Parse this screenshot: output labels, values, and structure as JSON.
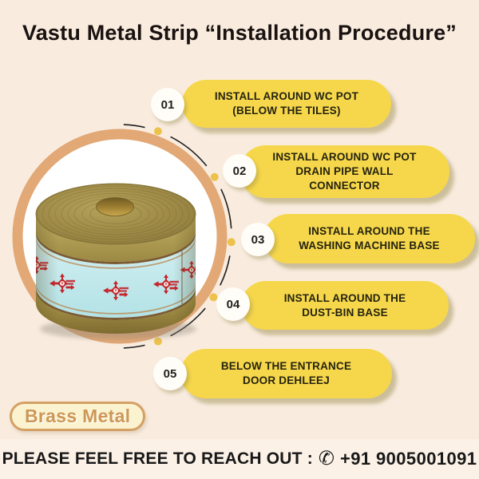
{
  "title": "Vastu Metal Strip “Installation Procedure”",
  "steps": [
    {
      "number": "01",
      "text": "INSTALL AROUND WC POT\n(BELOW THE TILES)"
    },
    {
      "number": "02",
      "text": "INSTALL AROUND WC POT\nDRAIN PIPE WALL\nCONNECTOR"
    },
    {
      "number": "03",
      "text": "INSTALL AROUND THE\nWASHING MACHINE BASE"
    },
    {
      "number": "04",
      "text": "INSTALL AROUND THE\nDUST-BIN BASE"
    },
    {
      "number": "05",
      "text": "BELOW THE ENTRANCE\nDOOR DEHLEEJ"
    }
  ],
  "product": {
    "badge_label": "Brass Metal"
  },
  "footer": {
    "label": "PLEASE FEEL FREE TO REACH OUT :",
    "phone_icon": "✆",
    "phone": "+91 9005001091"
  },
  "colors": {
    "background_cream": "#f9ecdf",
    "pill_yellow": "#f6d74b",
    "ring_tan": "#e2a876",
    "dot_gold": "#ecc24d",
    "label_blue": "#c2e9ec",
    "logo_red": "#c5252c",
    "badge_text_tan": "#cd9757",
    "title_color": "#191210"
  }
}
